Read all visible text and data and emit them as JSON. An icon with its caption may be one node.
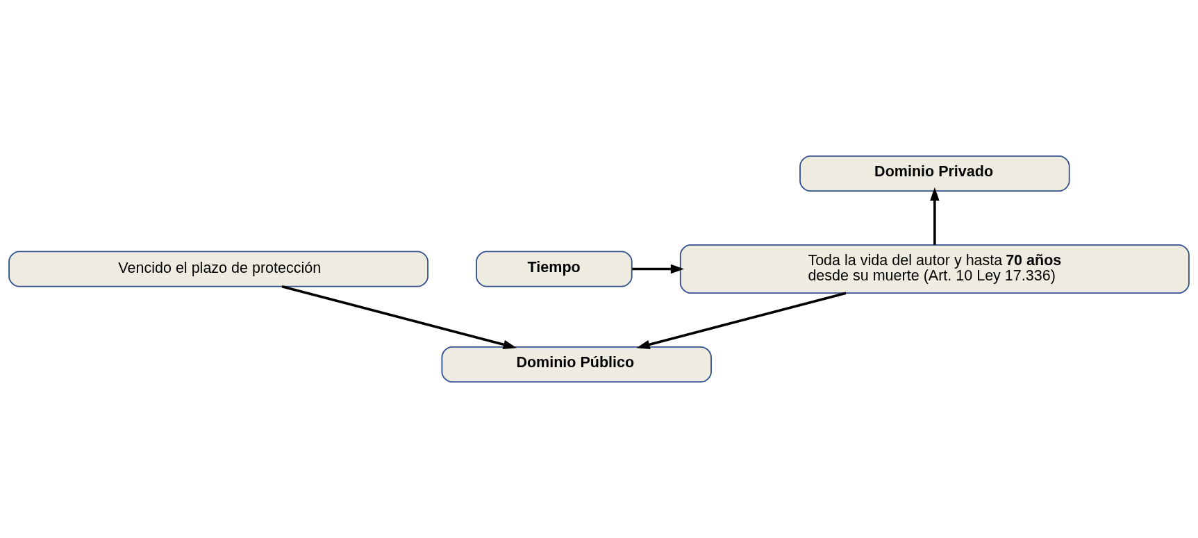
{
  "diagram": {
    "nodes": [
      {
        "text": [
          "Dominio Privado"
        ]
      },
      {
        "text": [
          "Tiempo"
        ]
      },
      {
        "text": [
          "Toda la vida del autor y hasta **70 años** desde su muerte (Art. 10 Ley 17.336)"
        ]
      },
      {
        "text": [
          "Vencido el plazo de protección"
        ]
      },
      {
        "text": [
          "Dominio Público"
        ]
      }
    ],
    "edges": [
      {
        "from": 1,
        "to": 2,
        "arrow": "to"
      },
      {
        "from": 2,
        "to": 0,
        "arrow": "to"
      },
      {
        "from": 2,
        "to": 4,
        "arrow": "to"
      },
      {
        "from": 3,
        "to": 4,
        "arrow": "to"
      }
    ]
  }
}
